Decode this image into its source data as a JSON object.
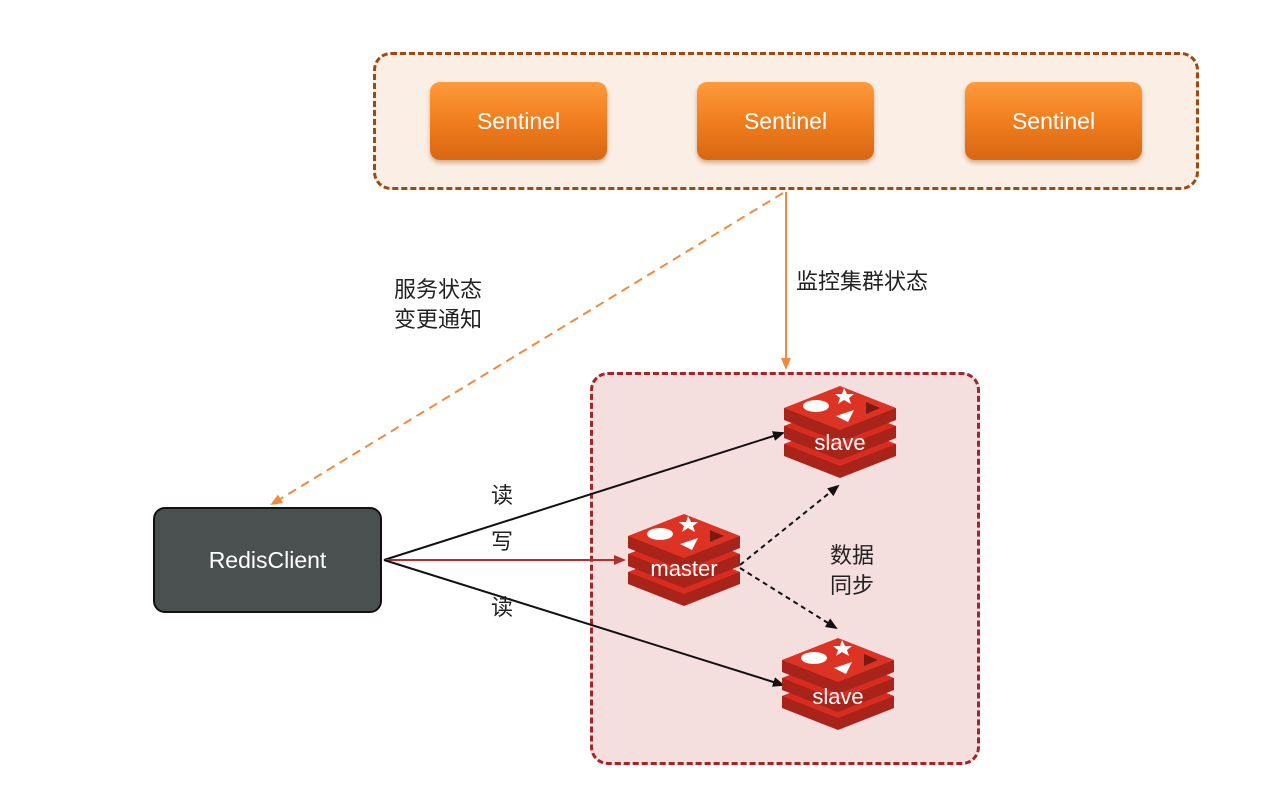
{
  "sentinels": {
    "items": [
      {
        "label": "Sentinel"
      },
      {
        "label": "Sentinel"
      },
      {
        "label": "Sentinel"
      }
    ]
  },
  "client": {
    "label": "RedisClient"
  },
  "cluster": {
    "master": {
      "label": "master"
    },
    "slave_top": {
      "label": "slave"
    },
    "slave_bottom": {
      "label": "slave"
    }
  },
  "edges": {
    "monitor": "监控集群状态",
    "notify_line1": "服务状态",
    "notify_line2": "变更通知",
    "read_top": "读",
    "write": "写",
    "read_bottom": "读",
    "sync_line1": "数据",
    "sync_line2": "同步"
  },
  "colors": {
    "sentinel_orange": "#f07e1e",
    "sentinel_border": "#9c4a12",
    "cluster_border": "#a0262b",
    "redis_red": "#d82c20",
    "client_gray": "#4a4f50"
  }
}
